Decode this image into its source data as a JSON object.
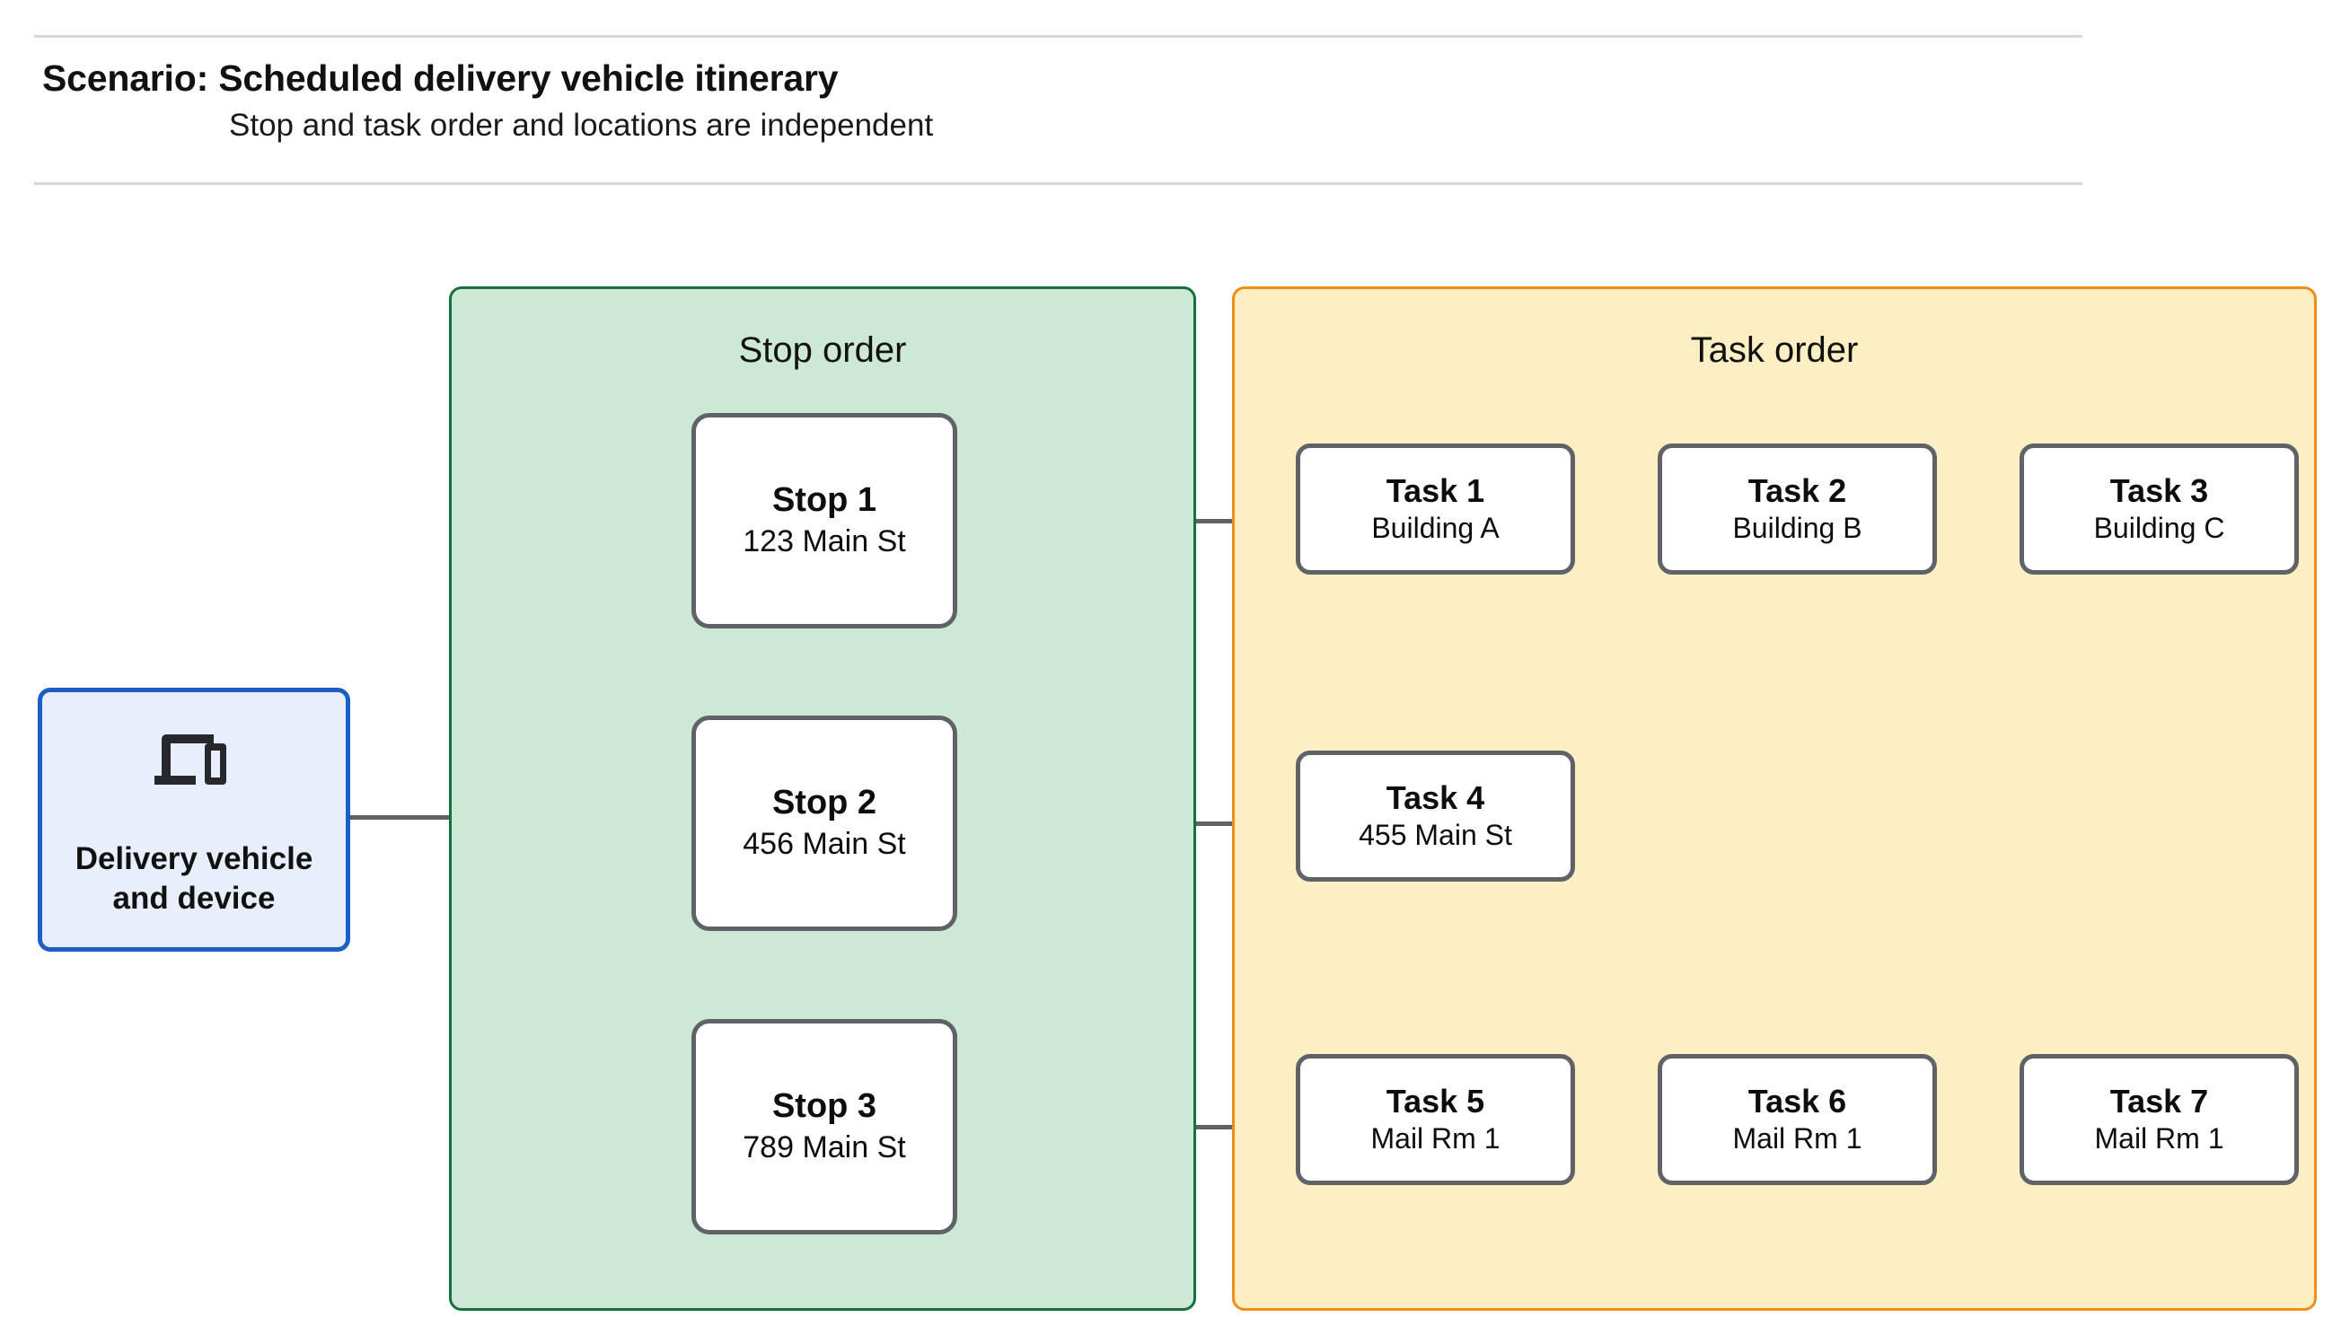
{
  "header": {
    "title": "Scenario: Scheduled delivery vehicle itinerary",
    "subtitle": "Stop and task order and locations are independent"
  },
  "device": {
    "icon": "devices-icon",
    "label": "Delivery vehicle\nand device"
  },
  "groups": {
    "stop": {
      "title": "Stop order",
      "fill": "#CDE8D5",
      "border": "#15703C"
    },
    "task": {
      "title": "Task order",
      "fill": "#FCEFC3",
      "border": "#EF8E17"
    }
  },
  "stops": [
    {
      "title": "Stop 1",
      "location": "123 Main St"
    },
    {
      "title": "Stop 2",
      "location": "456 Main St"
    },
    {
      "title": "Stop 3",
      "location": "789 Main St"
    }
  ],
  "tasks": [
    {
      "title": "Task 1",
      "location": "Building A"
    },
    {
      "title": "Task 2",
      "location": "Building B"
    },
    {
      "title": "Task 3",
      "location": "Building C"
    },
    {
      "title": "Task 4",
      "location": "455 Main St"
    },
    {
      "title": "Task 5",
      "location": "Mail Rm 1"
    },
    {
      "title": "Task 6",
      "location": "Mail Rm 1"
    },
    {
      "title": "Task 7",
      "location": "Mail Rm 1"
    }
  ],
  "colors": {
    "connector": "#5F6368",
    "node_border": "#5F6368",
    "device_border": "#1A5FC4",
    "device_fill": "#E8EEFB",
    "rule": "#D8D8D8",
    "text": "#111111"
  }
}
